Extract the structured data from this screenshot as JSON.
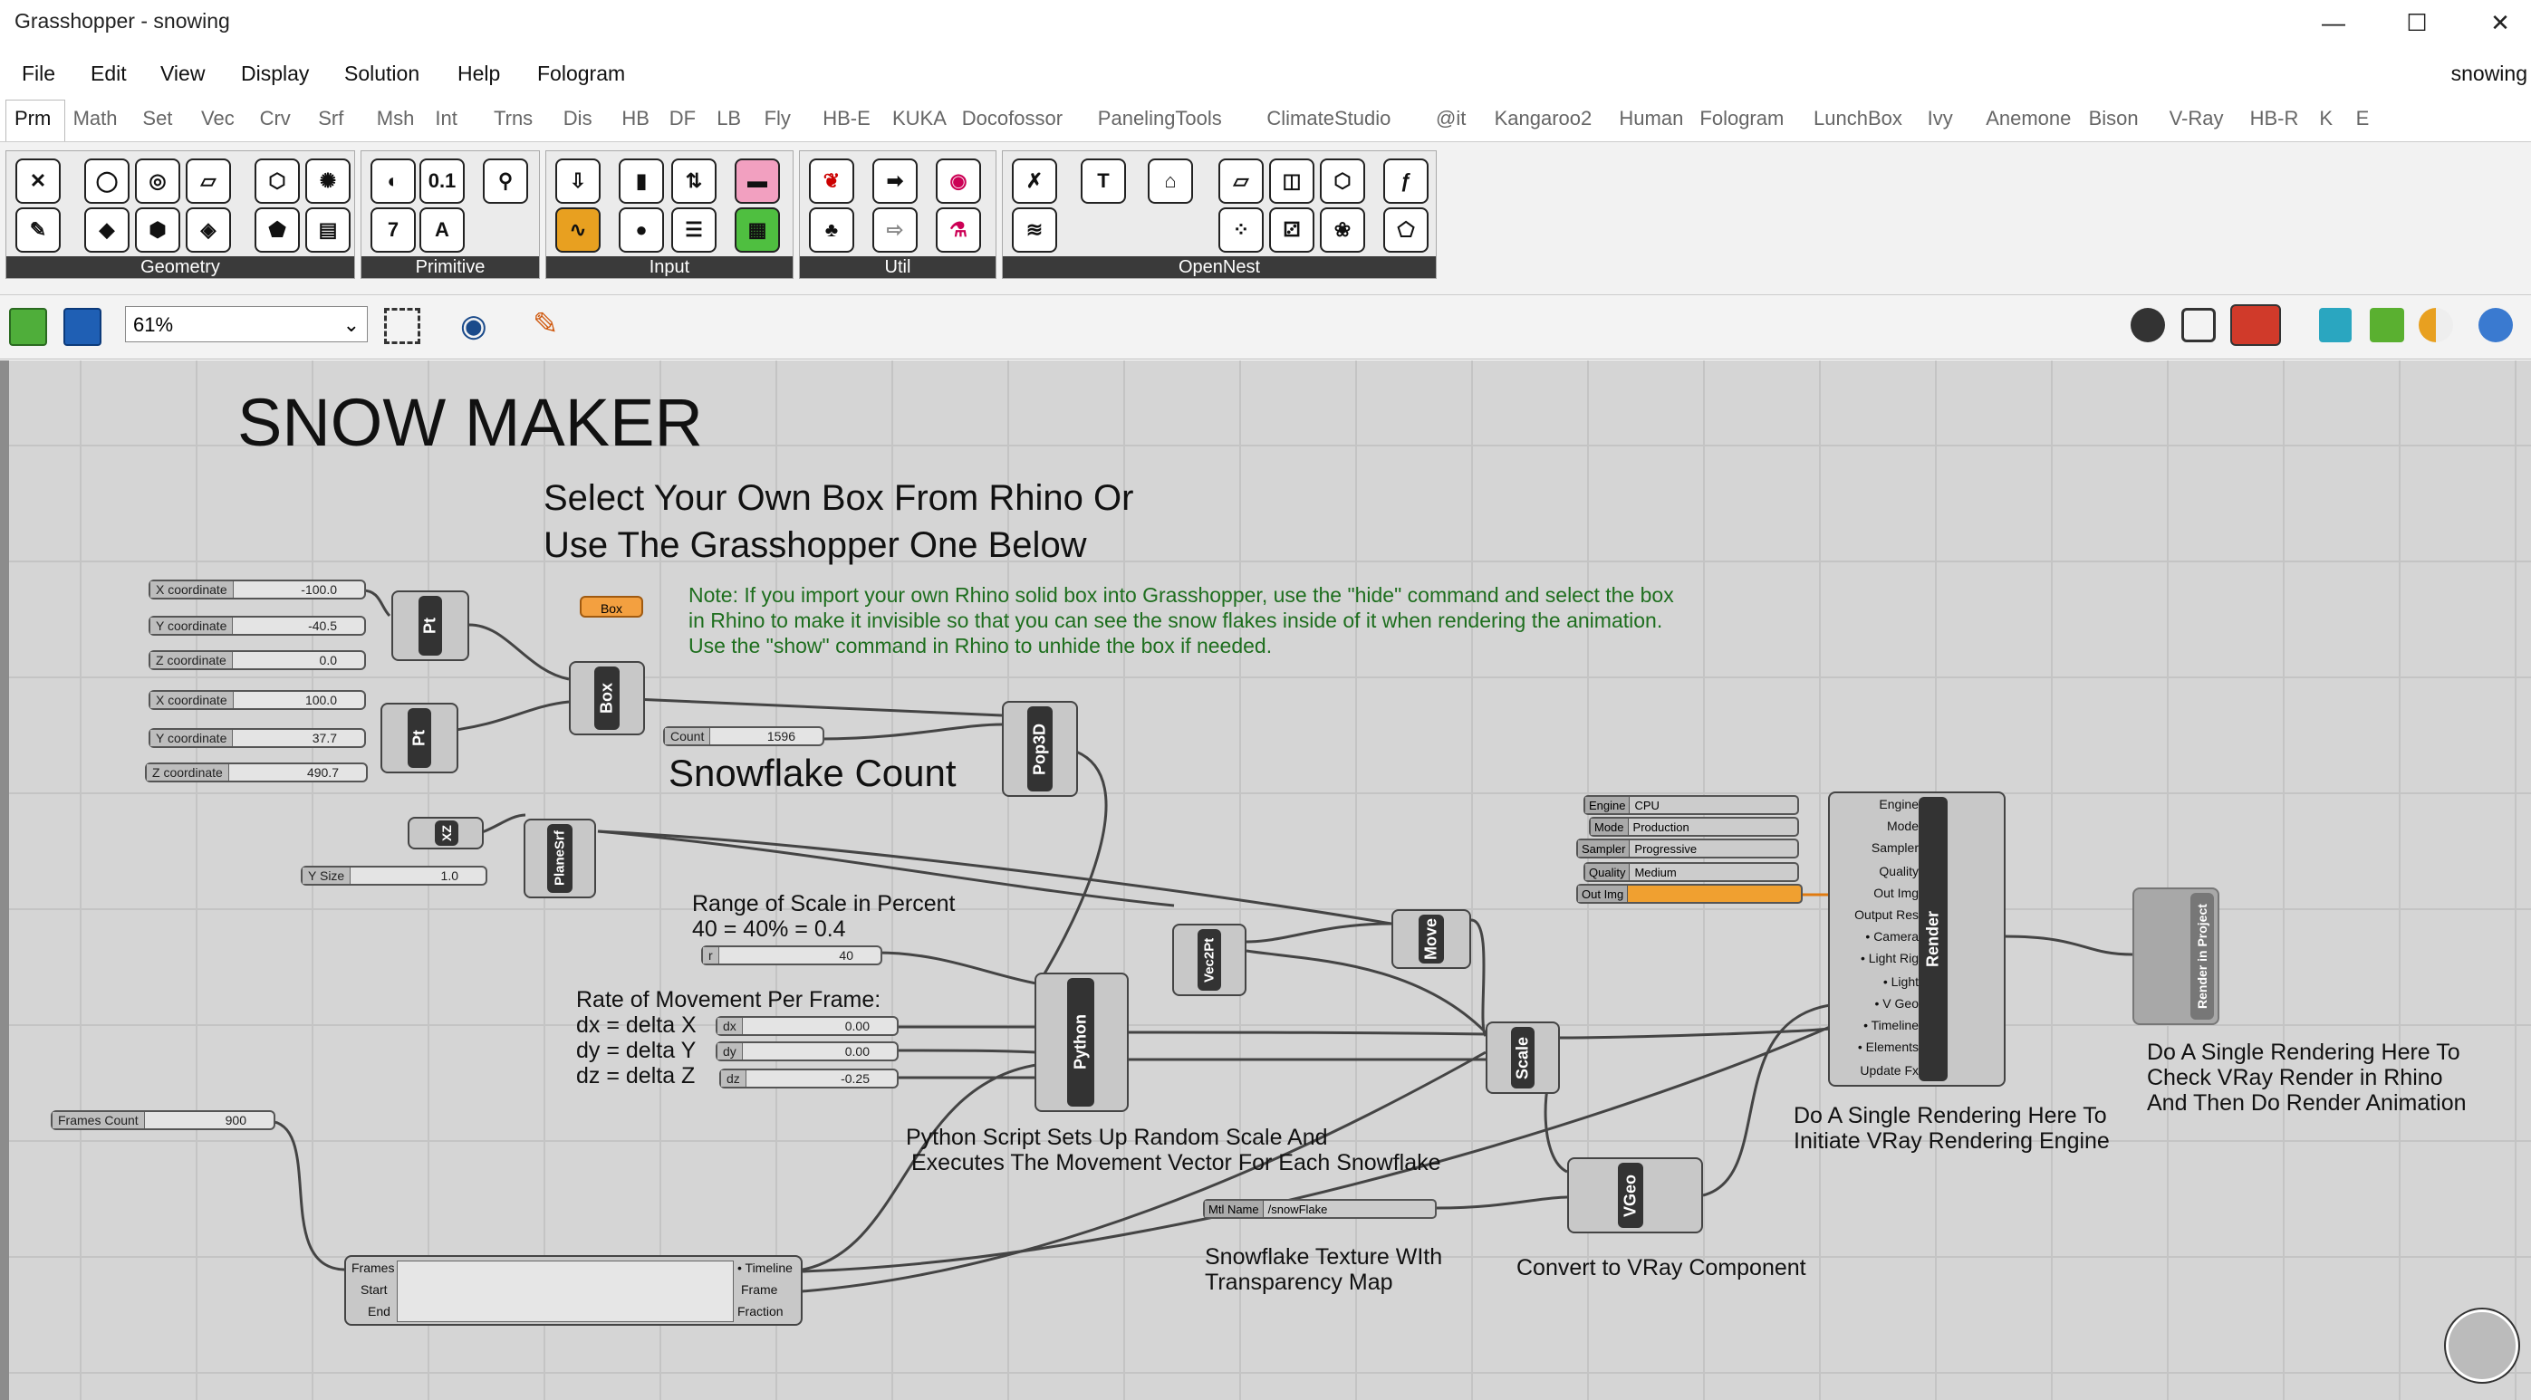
{
  "window": {
    "title": "Grasshopper - snowing",
    "min": "—",
    "max": "☐",
    "close": "✕"
  },
  "menu": [
    "File",
    "Edit",
    "View",
    "Display",
    "Solution",
    "Help",
    "Fologram"
  ],
  "doc_name": "snowing",
  "tabs": [
    "Prm",
    "Math",
    "Set",
    "Vec",
    "Crv",
    "Srf",
    "Msh",
    "Int",
    "Trns",
    "Dis",
    "HB",
    "DF",
    "LB",
    "Fly",
    "HB-E",
    "KUKA",
    "Docofossor",
    "PanelingTools",
    "ClimateStudio",
    "@it",
    "Kangaroo2",
    "Human",
    "Fologram",
    "LunchBox",
    "Ivy",
    "Anemone",
    "Bison",
    "V-Ray",
    "HB-R",
    "K",
    "E"
  ],
  "ribbon_groups": [
    "Geometry",
    "Primitive",
    "Input",
    "Util",
    "OpenNest"
  ],
  "zoom": "61%",
  "canvas": {
    "title": "SNOW MAKER",
    "select_line1": "Select Your Own Box From Rhino Or",
    "select_line2": "Use The Grasshopper One Below",
    "note1": "Note: If you import your own Rhino solid box into Grasshopper, use the \"hide\" command and select the box",
    "note2": "in Rhino to make it invisible so that you can see the snow flakes inside of it when rendering the animation.",
    "note3": "Use the \"show\" command in Rhino to unhide the box if needed.",
    "snowflake_count": "Snowflake Count",
    "scale1": "Range of Scale in Percent",
    "scale2": "40 = 40% = 0.4",
    "rate1": "Rate of Movement Per Frame:",
    "rate2": "dx = delta X",
    "rate3": "dy = delta Y",
    "rate4": "dz = delta Z",
    "py1": "Python  Script Sets  Up Random Scale And",
    "py2": "Executes The Movement Vector For Each Snowflake",
    "tex1": "Snowflake Texture WIth",
    "tex2": "Transparency Map",
    "conv": "Convert to VRay Component",
    "single1": "Do A Single Rendering Here To",
    "single2": "Initiate VRay Rendering Engine",
    "check1": "Do A Single Rendering Here To",
    "check2": "Check VRay Render in Rhino",
    "check3": "And Then Do Render Animation"
  },
  "sliders": {
    "x1": {
      "label": "X coordinate",
      "value": "-100.0"
    },
    "y1": {
      "label": "Y coordinate",
      "value": "-40.5"
    },
    "z1": {
      "label": "Z coordinate",
      "value": "0.0"
    },
    "x2": {
      "label": "X coordinate",
      "value": "100.0"
    },
    "y2": {
      "label": "Y coordinate",
      "value": "37.7"
    },
    "z2": {
      "label": "Z coordinate",
      "value": "490.7"
    },
    "ysize": {
      "label": "Y Size",
      "value": "1.0"
    },
    "count": {
      "label": "Count",
      "value": "1596"
    },
    "r": {
      "label": "r",
      "value": "40"
    },
    "dx": {
      "label": "dx",
      "value": "0.00"
    },
    "dy": {
      "label": "dy",
      "value": "0.00"
    },
    "dz": {
      "label": "dz",
      "value": "-0.25"
    },
    "frames": {
      "label": "Frames Count",
      "value": "900"
    }
  },
  "components": {
    "pt": "Pt",
    "box": "Box",
    "box_param": "Box",
    "pop3d": "Pop3D",
    "xz": "XZ",
    "planesrf": "PlaneSrf",
    "python": "Python",
    "vec2pt": "Vec2Pt",
    "move": "Move",
    "scale": "Scale",
    "render": "Render",
    "vgeo": "VGeo",
    "render_project": "Render in Project"
  },
  "render_inputs": [
    {
      "label": "Engine",
      "value": "CPU"
    },
    {
      "label": "Mode",
      "value": "Production"
    },
    {
      "label": "Sampler",
      "value": "Progressive"
    },
    {
      "label": "Quality",
      "value": "Medium"
    },
    {
      "label": "Out Img",
      "value": ""
    }
  ],
  "render_ports": [
    "Engine",
    "Mode",
    "Sampler",
    "Quality",
    "Out Img",
    "Output Res",
    "• Camera",
    "• Light Rig",
    "• Light",
    "• V Geo",
    "• Timeline",
    "• Elements",
    "Update Fx"
  ],
  "mtl": {
    "label": "Mtl Name",
    "value": "/snowFlake"
  },
  "timeline_ports_in": [
    "Frames",
    "Start",
    "End"
  ],
  "timeline_ports_out": [
    "• Timeline",
    "Frame",
    "Fraction"
  ]
}
